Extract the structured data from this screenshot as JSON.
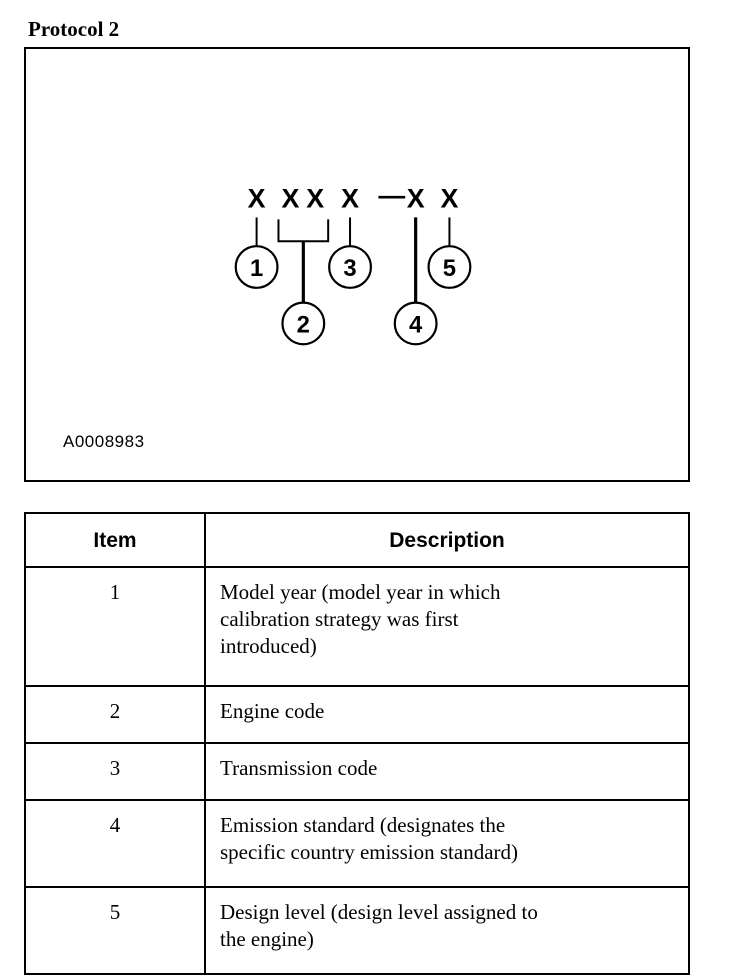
{
  "page": {
    "title": "Protocol 2"
  },
  "figure": {
    "reference_code": "A0008983",
    "code_pattern": {
      "full": "X XX X — X X",
      "chars": [
        "X",
        "X",
        "X",
        "X",
        "—",
        "X",
        "X"
      ]
    },
    "callouts": [
      {
        "number": "1",
        "row": "upper"
      },
      {
        "number": "2",
        "row": "lower"
      },
      {
        "number": "3",
        "row": "upper"
      },
      {
        "number": "4",
        "row": "lower"
      },
      {
        "number": "5",
        "row": "upper"
      }
    ]
  },
  "table": {
    "headers": {
      "item": "Item",
      "description": "Description"
    },
    "rows": [
      {
        "item": "1",
        "description": "Model year (model year in which calibration strategy was first introduced)",
        "lines": [
          "Model year (model year in which",
          "calibration strategy was first",
          "introduced)"
        ]
      },
      {
        "item": "2",
        "description": "Engine code",
        "lines": [
          "Engine code"
        ]
      },
      {
        "item": "3",
        "description": "Transmission code",
        "lines": [
          "Transmission code"
        ]
      },
      {
        "item": "4",
        "description": "Emission standard (designates the specific country emission standard)",
        "lines": [
          "Emission standard (designates the",
          "specific country emission standard)"
        ]
      },
      {
        "item": "5",
        "description": "Design level (design level assigned to the engine)",
        "lines": [
          "Design level (design level assigned to",
          "the engine)"
        ]
      }
    ]
  },
  "colors": {
    "ink": "#000000",
    "paper": "#ffffff"
  }
}
